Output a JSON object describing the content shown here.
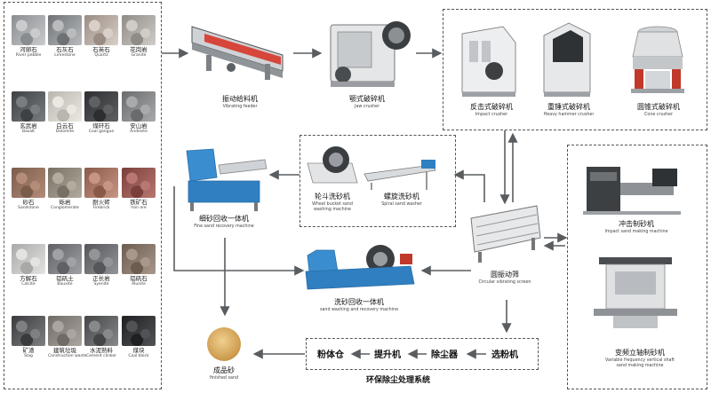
{
  "rocks": [
    {
      "cn": "河卵石",
      "en": "River pebble",
      "c1": "#8a8d90",
      "c2": "#c9cbcd"
    },
    {
      "cn": "石灰石",
      "en": "Limestone",
      "c1": "#6f7275",
      "c2": "#b9bbbd"
    },
    {
      "cn": "石英石",
      "en": "Quartz",
      "c1": "#9a8c83",
      "c2": "#d8d0c9"
    },
    {
      "cn": "花岗岩",
      "en": "Granite",
      "c1": "#8f8c88",
      "c2": "#d0ccc8"
    },
    {
      "cn": "玄武岩",
      "en": "Basalt",
      "c1": "#3e4144",
      "c2": "#7a7d80"
    },
    {
      "cn": "白云石",
      "en": "Dolomite",
      "c1": "#b9b6b0",
      "c2": "#ebe8e2"
    },
    {
      "cn": "煤矸石",
      "en": "Coal gangue",
      "c1": "#2d2e30",
      "c2": "#5e6063"
    },
    {
      "cn": "安山岩",
      "en": "Andesite",
      "c1": "#6a6b6d",
      "c2": "#a9aaac"
    },
    {
      "cn": "砂石",
      "en": "Sandstone",
      "c1": "#7a5c4c",
      "c2": "#b48c78"
    },
    {
      "cn": "砾岩",
      "en": "Conglomerate",
      "c1": "#777064",
      "c2": "#b2ab9e"
    },
    {
      "cn": "耐火砖",
      "en": "Firebrick",
      "c1": "#8a5a48",
      "c2": "#c79584"
    },
    {
      "cn": "铁矿石",
      "en": "Iron ore",
      "c1": "#7a3f3a",
      "c2": "#b87770"
    },
    {
      "cn": "方解石",
      "en": "Calcite",
      "c1": "#a9aaa8",
      "c2": "#e3e4e2"
    },
    {
      "cn": "铝矾土",
      "en": "Bauxite",
      "c1": "#5f6164",
      "c2": "#9fa1a4"
    },
    {
      "cn": "正长岩",
      "en": "Syenite",
      "c1": "#55575a",
      "c2": "#929497"
    },
    {
      "cn": "铝矾石",
      "en": "Alunite",
      "c1": "#6c5d50",
      "c2": "#a8978a"
    },
    {
      "cn": "矿渣",
      "en": "Slag",
      "c1": "#3a3b3d",
      "c2": "#7e8083"
    },
    {
      "cn": "建筑垃圾",
      "en": "Construction waste",
      "c1": "#706b66",
      "c2": "#aaa59f"
    },
    {
      "cn": "水泥熟料",
      "en": "Cement clinker",
      "c1": "#434547",
      "c2": "#87898b"
    },
    {
      "cn": "煤块",
      "en": "Coal block",
      "c1": "#1f2022",
      "c2": "#515356"
    }
  ],
  "machines": {
    "feeder": {
      "cn": "振动给料机",
      "en": "Vibrating feeder"
    },
    "jaw": {
      "cn": "颚式破碎机",
      "en": "Jaw crusher"
    },
    "impact": {
      "cn": "反击式破碎机",
      "en": "Impact crusher"
    },
    "hammer": {
      "cn": "重锤式破碎机",
      "en": "Heavy hammer crusher"
    },
    "cone": {
      "cn": "圆锥式破碎机",
      "en": "Cone crusher"
    },
    "wheel_washer": {
      "cn": "轮斗洗砂机",
      "en1": "Wheel bucket sand",
      "en2": "washing machine"
    },
    "spiral_washer": {
      "cn": "螺旋洗砂机",
      "en": "Spiral sand washer"
    },
    "fine_recovery": {
      "cn": "细砂回收一体机",
      "en": "Fine sand recovery machine"
    },
    "screen": {
      "cn": "圆振动筛",
      "en": "Circular vibrating screen"
    },
    "impact_sand": {
      "cn": "冲击制砂机",
      "en": "Impact sand making machine"
    },
    "vf_sand": {
      "cn": "变频立轴制砂机",
      "en1": "Variable frequency vertical shaft",
      "en2": "sand making machine"
    },
    "wash_recovery": {
      "cn": "洗砂回收一体机",
      "en": "sand washing and recovery machine"
    },
    "finished": {
      "cn": "成品砂",
      "en": "finished sand"
    }
  },
  "dust_system": {
    "title": "环保除尘处理系统",
    "steps": [
      "粉体仓",
      "提升机",
      "除尘器",
      "选粉机"
    ]
  },
  "colors": {
    "arrow": "#5a5d60",
    "accent_blue": "#2f7fc1",
    "accent_red": "#c0392b",
    "sand": "#d8a85a"
  }
}
